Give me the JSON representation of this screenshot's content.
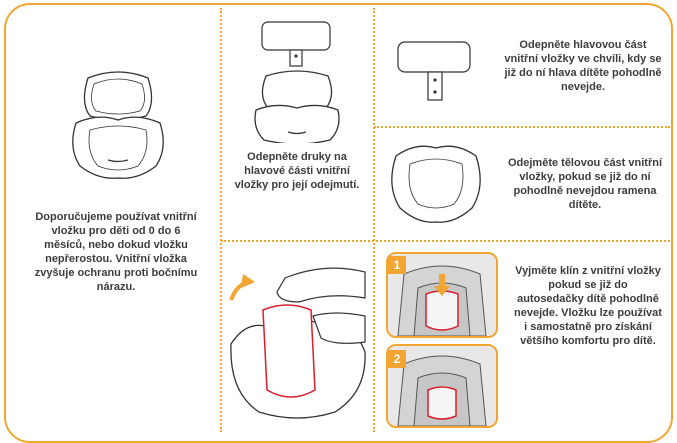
{
  "panels": {
    "intro": "Doporučujeme používat vnitřní vložku pro děti od 0 do 6 měsíců, nebo dokud vložku nepřerostou. Vnitřní vložka zvyšuje ochranu proti bočnímu nárazu.",
    "step_head_detach": "Odepněte druky na hlavové části vnitřní vložky pro její odejmutí.",
    "step_head_remove": "Odepněte hlavovou část vnitřní vložky ve chvíli, kdy se již do ní hlava dítěte pohodlně nevejde.",
    "step_body_remove": "Odejměte tělovou část vnitřní vložky, pokud se již do ní pohodlně nevejdou ramena dítěte.",
    "step_wedge": "Vyjměte klín z vnitřní vložky pokud se již do autosedačky dítě pohodlně nevejde. Vložku lze používat i samostatně pro získání většího komfortu pro dítě."
  },
  "badges": {
    "first": "1",
    "second": "2"
  },
  "colors": {
    "accent": "#f2a531",
    "outline": "#333333",
    "highlight": "#d81e2a"
  }
}
